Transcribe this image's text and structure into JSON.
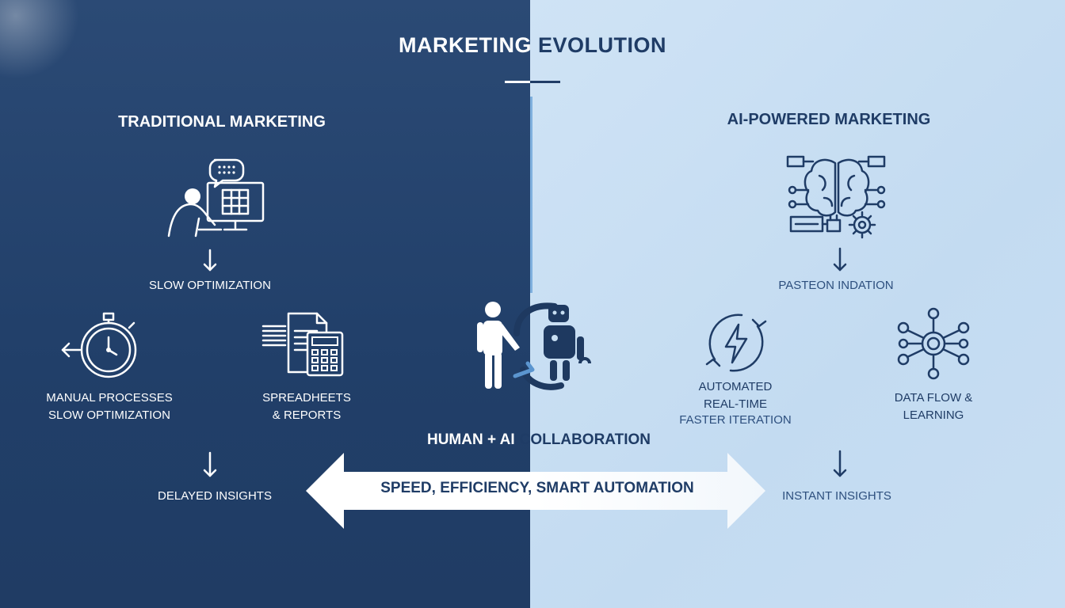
{
  "title": {
    "part1": "MARKETING",
    "part2": "EVOLUTION"
  },
  "left": {
    "heading": "TRADITIONAL MARKETING",
    "step1_label": "SLOW OPTIMIZATION",
    "manual": {
      "line1": "MANUAL PROCESSES",
      "line2": "SLOW OPTIMIZATION"
    },
    "spreadsheets": {
      "line1": "SPREADHEETS",
      "line2": "& REPORTS"
    },
    "insights": "DELAYED INSIGHTS"
  },
  "right": {
    "heading": "AI-POWERED MARKETING",
    "step1_label": "PASTEON INDATION",
    "automated": {
      "line1": "AUTOMATED",
      "line2": "REAL-TIME",
      "line3": "FASTER ITERATION"
    },
    "dataflow": {
      "line1": "DATA FLOW &",
      "line2": "LEARNING"
    },
    "insights": "INSTANT INSIGHTS"
  },
  "center": {
    "collab_part1": "HUMAN + AI",
    "collab_part2": "COLLABORATION",
    "band_text": "SPEED, EFFICIENCY, SMART AUTOMATION"
  },
  "icons": [
    "person-computer-icon",
    "chat-bubble-icon",
    "arrow-down-icon",
    "stopwatch-icon",
    "spreadsheet-calculator-icon",
    "human-robot-icon",
    "ai-brain-circuit-icon",
    "lightning-cycle-icon",
    "network-hub-icon",
    "double-arrow-icon"
  ],
  "colors": {
    "dark_navy": "#213f69",
    "light_blue": "#c7def2",
    "accent_blue": "#7fb0de",
    "text_dark": "#1f3c66",
    "white": "#ffffff"
  }
}
